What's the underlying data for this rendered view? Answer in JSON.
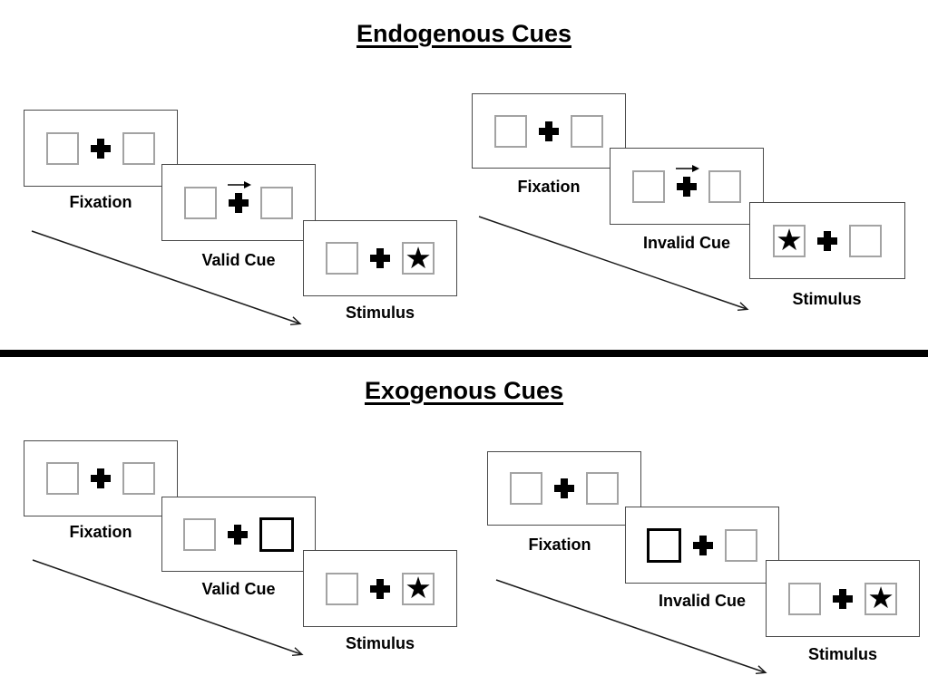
{
  "sections": [
    {
      "title": "Endogenous Cues",
      "sequences": [
        {
          "name": "valid",
          "panels": [
            {
              "label": "Fixation",
              "content": "two empty boxes with central fixation cross"
            },
            {
              "label": "Valid Cue",
              "content": "central arrow cue pointing right above fixation cross"
            },
            {
              "label": "Stimulus",
              "content": "star target in right box"
            }
          ]
        },
        {
          "name": "invalid",
          "panels": [
            {
              "label": "Fixation",
              "content": "two empty boxes with central fixation cross"
            },
            {
              "label": "Invalid Cue",
              "content": "central arrow cue pointing right above fixation cross"
            },
            {
              "label": "Stimulus",
              "content": "star target in left box"
            }
          ]
        }
      ]
    },
    {
      "title": "Exogenous Cues",
      "sequences": [
        {
          "name": "valid",
          "panels": [
            {
              "label": "Fixation",
              "content": "two empty boxes with central fixation cross"
            },
            {
              "label": "Valid Cue",
              "content": "right box highlighted with thick black border"
            },
            {
              "label": "Stimulus",
              "content": "star target in right box"
            }
          ]
        },
        {
          "name": "invalid",
          "panels": [
            {
              "label": "Fixation",
              "content": "two empty boxes with central fixation cross"
            },
            {
              "label": "Invalid Cue",
              "content": "left box highlighted with thick black border"
            },
            {
              "label": "Stimulus",
              "content": "star target in right box"
            }
          ]
        }
      ]
    }
  ],
  "glyphs": {
    "star": "★",
    "cue_arrow": "→",
    "fixation_cross": "+"
  },
  "colors": {
    "background": "#ffffff",
    "ink": "#000000",
    "panel_border": "#4a4a4a",
    "box_border": "#a3a3a3",
    "cue_box_border": "#000000",
    "divider": "#000000"
  }
}
